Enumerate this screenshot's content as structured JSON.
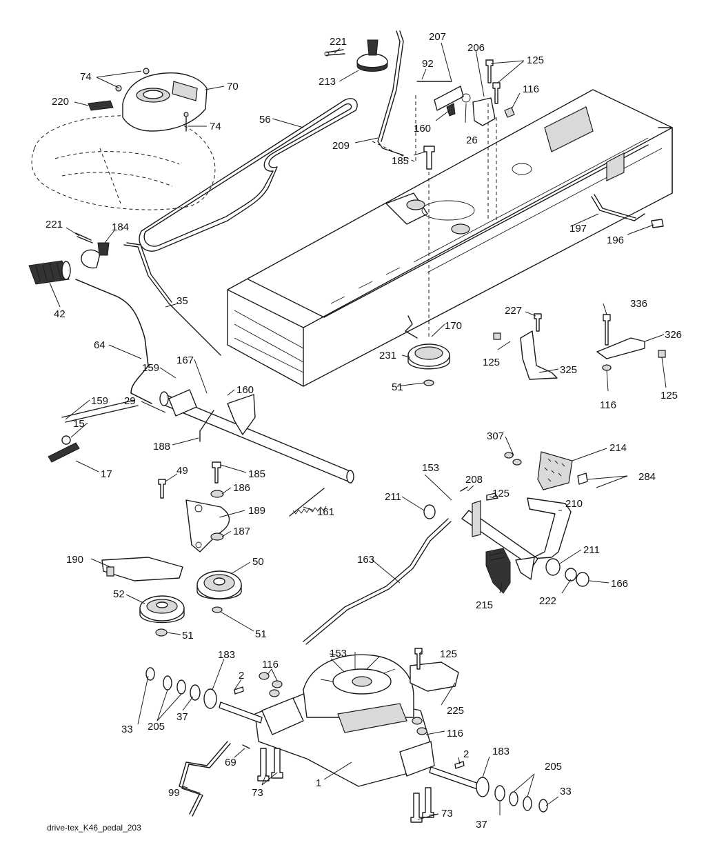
{
  "diagram": {
    "caption": "drive-tex_K46_pedal_203",
    "callouts": [
      "221",
      "213",
      "207",
      "92",
      "206",
      "125",
      "74",
      "70",
      "220",
      "116",
      "74",
      "56",
      "160",
      "26",
      "209",
      "185",
      "221",
      "184",
      "197",
      "196",
      "42",
      "35",
      "227",
      "336",
      "64",
      "170",
      "326",
      "159",
      "167",
      "160",
      "231",
      "125",
      "325",
      "159",
      "29",
      "51",
      "116",
      "125",
      "15",
      "188",
      "17",
      "307",
      "214",
      "49",
      "185",
      "284",
      "153",
      "208",
      "186",
      "189",
      "211",
      "125",
      "210",
      "161",
      "187",
      "190",
      "50",
      "211",
      "163",
      "222",
      "166",
      "52",
      "215",
      "51",
      "51",
      "183",
      "116",
      "153",
      "125",
      "2",
      "225",
      "33",
      "205",
      "37",
      "116",
      "183",
      "69",
      "2",
      "1",
      "205",
      "99",
      "73",
      "33",
      "73",
      "37"
    ]
  }
}
